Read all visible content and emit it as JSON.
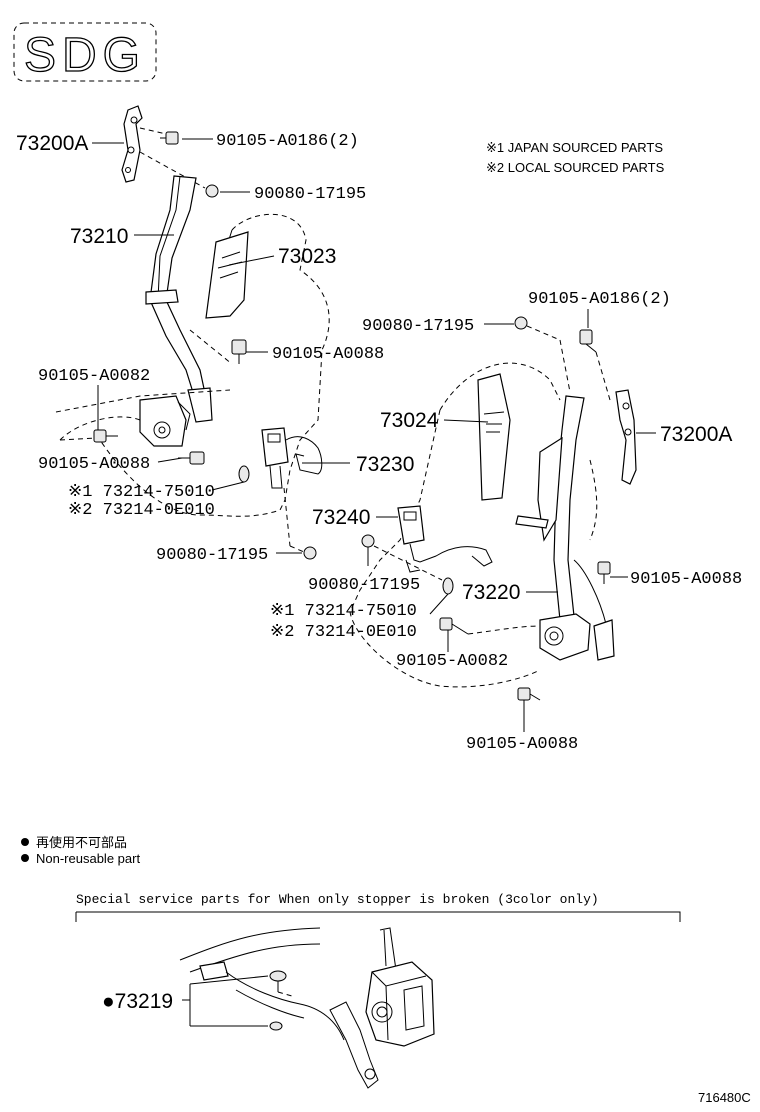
{
  "logo_text": "SDG",
  "notes": {
    "japan_sourced": "※1 JAPAN SOURCED PARTS",
    "local_sourced": "※2 LOCAL SOURCED PARTS"
  },
  "labels": {
    "l1": "73200A",
    "l2": "90105-A0186(2)",
    "l3": "90080-17195",
    "l4": "73210",
    "l5": "73023",
    "l6": "90105-A0088",
    "l7": "90105-A0082",
    "l8": "90105-A0088",
    "l9": "※1 73214-75010",
    "l10": "※2 73214-0E010",
    "l11": "73230",
    "l12": "90080-17195",
    "l13": "90105-A0186(2)",
    "l14": "90080-17195",
    "l15": "73024",
    "l16": "73200A",
    "l17": "73240",
    "l18": "90080-17195",
    "l19": "73220",
    "l20": "90105-A0088",
    "l21": "※1 73214-75010",
    "l22": "※2 73214-0E010",
    "l23": "90105-A0082",
    "l24": "90105-A0088"
  },
  "legend": {
    "jp": "再使用不可部品",
    "en": "Non-reusable part"
  },
  "special": {
    "title": "Special  service  parts  for  When  only  stopper  is  broken  (3color  only)",
    "part": "●73219"
  },
  "diagram_id": "716480C"
}
